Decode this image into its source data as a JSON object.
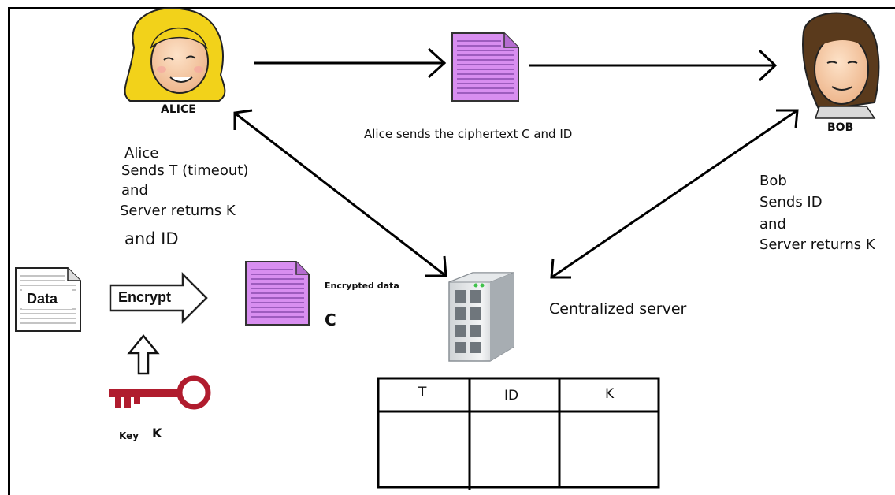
{
  "alice": {
    "name": "ALICE"
  },
  "bob": {
    "name": "BOB"
  },
  "channel_label": "Alice sends the ciphertext C and ID",
  "alice_steps": {
    "line1": "Alice",
    "line2": "Sends T (timeout)",
    "line3": "and",
    "line4": "Server returns K",
    "line5": "and ID"
  },
  "bob_steps": {
    "line1": "Bob",
    "line2": "Sends ID",
    "line3": "and",
    "line4": "Server returns K"
  },
  "encryption": {
    "data_label": "Data",
    "encrypt_label": "Encrypt",
    "encrypted_data_label": "Encrypted data",
    "ciphertext_symbol": "C",
    "key_label": "Key",
    "key_symbol": "K"
  },
  "server": {
    "label": "Centralized server"
  },
  "table": {
    "headers": [
      "T",
      "ID",
      "K"
    ]
  },
  "colors": {
    "document_fill": "#d88ef0",
    "document_lines": "#7a3fa0",
    "key": "#b01c2e",
    "hair_alice": "#f2d21a",
    "hair_bob": "#5a3a1c"
  }
}
